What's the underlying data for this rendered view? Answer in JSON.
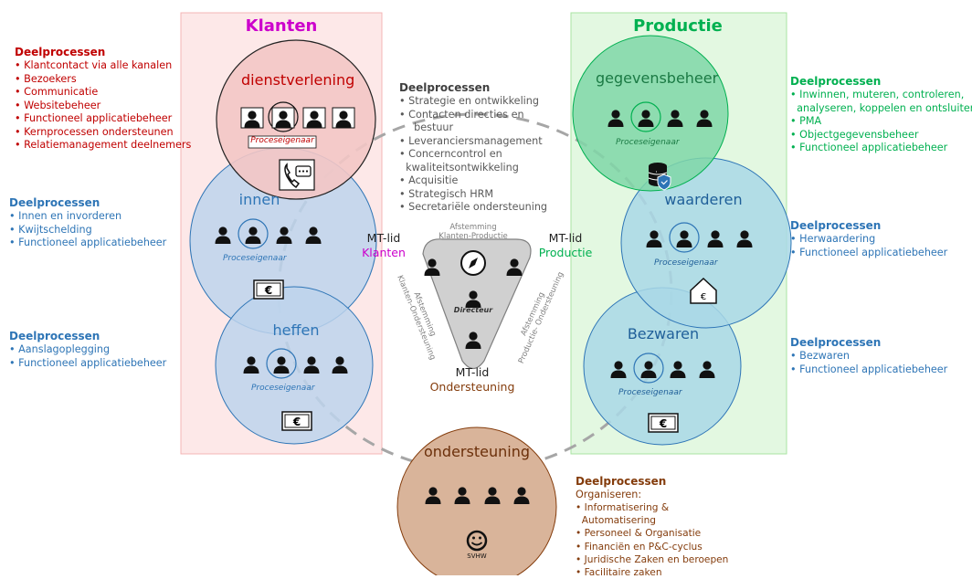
{
  "columns": {
    "klanten": {
      "title": "Klanten",
      "color": "#cc00cc"
    },
    "productie": {
      "title": "Productie",
      "color": "#00b050"
    }
  },
  "circles": {
    "dienstverlening": {
      "title": "dienstverlening",
      "pe": "Proceseigenaar"
    },
    "innen": {
      "title": "innen",
      "pe": "Proceseigenaar"
    },
    "heffen": {
      "title": "heffen",
      "pe": "Proceseigenaar"
    },
    "gegevensbeheer": {
      "title": "gegevensbeheer",
      "pe": "Proceseigenaar"
    },
    "waarderen": {
      "title": "waarderen",
      "pe": "Proceseigenaar"
    },
    "bezwaren": {
      "title": "Bezwaren",
      "pe": "Proceseigenaar"
    },
    "ondersteuning": {
      "title": "ondersteuning",
      "sub": "SVHW"
    }
  },
  "lists": {
    "dienstverlening": {
      "title": "Deelprocessen",
      "items": [
        "Klantcontact via alle kanalen",
        "Bezoekers",
        "Communicatie",
        "Websitebeheer",
        "Functioneel applicatiebeheer",
        "Kernprocessen ondersteunen",
        "Relatiemanagement deelnemers"
      ]
    },
    "innen": {
      "title": "Deelprocessen",
      "items": [
        "Innen en invorderen",
        "Kwijtschelding",
        "Functioneel applicatiebeheer"
      ]
    },
    "heffen": {
      "title": "Deelprocessen",
      "items": [
        "Aanslagoplegging",
        "Functioneel applicatiebeheer"
      ]
    },
    "directie": {
      "title": "Deelprocessen",
      "items": [
        "Strategie en ontwikkeling",
        "Contacten directies en",
        "bestuur",
        "Leveranciersmanagement",
        "Concerncontrol en",
        "kwaliteitsontwikkeling",
        "Acquisitie",
        "Strategisch HRM",
        "Secretariële ondersteuning"
      ]
    },
    "gegevensbeheer": {
      "title": "Deelprocessen",
      "items": [
        "Inwinnen, muteren, controleren,",
        "analyseren, koppelen en ontsluiten",
        "PMA",
        "Objectgegevensbeheer",
        "Functioneel applicatiebeheer"
      ]
    },
    "waarderen": {
      "title": "Deelprocessen",
      "items": [
        "Herwaardering",
        "Functioneel applicatiebeheer"
      ]
    },
    "bezwaren": {
      "title": "Deelprocessen",
      "items": [
        "Bezwaren",
        "Functioneel applicatiebeheer"
      ]
    },
    "ondersteuning": {
      "title": "Deelprocessen",
      "intro": "Organiseren:",
      "items": [
        "Informatisering &",
        "Automatisering",
        "Personeel & Organisatie",
        "Financiën en P&C-cyclus",
        "Juridische Zaken en beroepen",
        "Facilitaire zaken"
      ]
    }
  },
  "mt": {
    "klanten": {
      "line1": "MT-lid",
      "line2": "Klanten"
    },
    "productie": {
      "line1": "MT-lid",
      "line2": "Productie"
    },
    "ondersteuning": {
      "line1": "MT-lid",
      "line2": "Ondersteuning"
    }
  },
  "triangle": {
    "top": "Afstemming\nKlanten-Productie",
    "left": "Afstemming\nKlanten-Ondersteuning",
    "right": "Afstemming\nProductie- Ondersteuning",
    "directeur": "Directeur"
  },
  "icons": {
    "person": "person-icon",
    "compass": "compass-icon",
    "phone": "phone-chat-icon",
    "euro": "euro-note-icon",
    "database": "database-shield-icon",
    "house": "house-euro-icon",
    "smiley": "smiley-icon"
  }
}
